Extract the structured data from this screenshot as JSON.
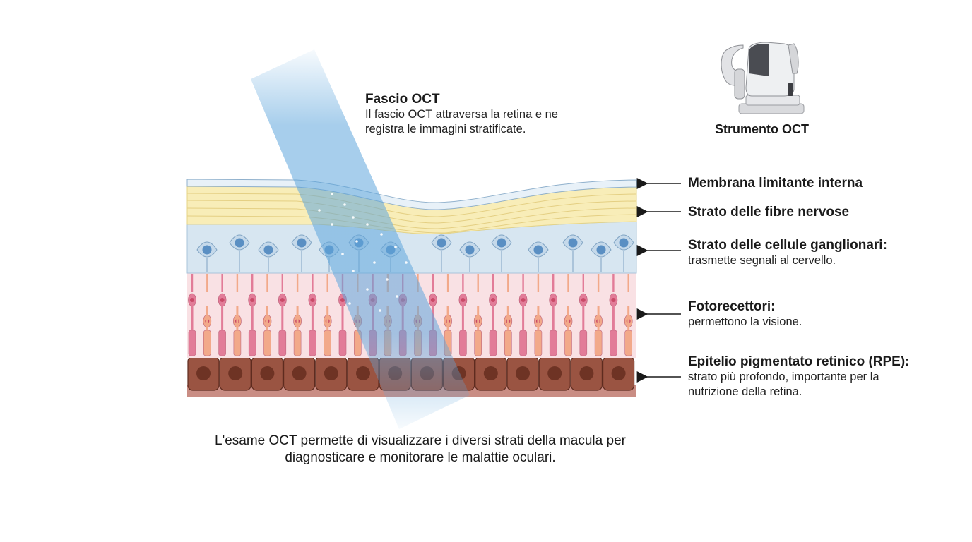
{
  "beam": {
    "title": "Fascio OCT",
    "description": "Il fascio OCT attraversa la retina e ne registra le immagini stratificate."
  },
  "instrument": {
    "label": "Strumento OCT",
    "icon": "oct-machine-icon"
  },
  "layers": [
    {
      "title": "Membrana limitante interna",
      "description": "",
      "color": "#e8f1f8"
    },
    {
      "title": "Strato delle fibre nervose",
      "description": "",
      "color": "#f8edb8"
    },
    {
      "title": "Strato delle cellule ganglionari:",
      "description": "trasmette segnali al cervello.",
      "color": "#d7e6f1"
    },
    {
      "title": "Fotorecettori:",
      "description": "permettono la visione.",
      "color": "#f9e1e4"
    },
    {
      "title": "Epitelio pigmentato retinico (RPE):",
      "description": "strato più profondo, importante per la nutrizione della retina.",
      "color": "#8b4a39"
    }
  ],
  "caption": "L'esame OCT permette di visualizzare i diversi strati della macula per diagnosticare e monitorare le malattie oculari.",
  "colors": {
    "beam": "#5fa6dc",
    "ganglion_nucleus": "#5a8fc3",
    "rod": "#e27c98",
    "cone": "#f2a98a",
    "rpe_nucleus": "#6e3324",
    "arrow": "#1a1a1a"
  }
}
